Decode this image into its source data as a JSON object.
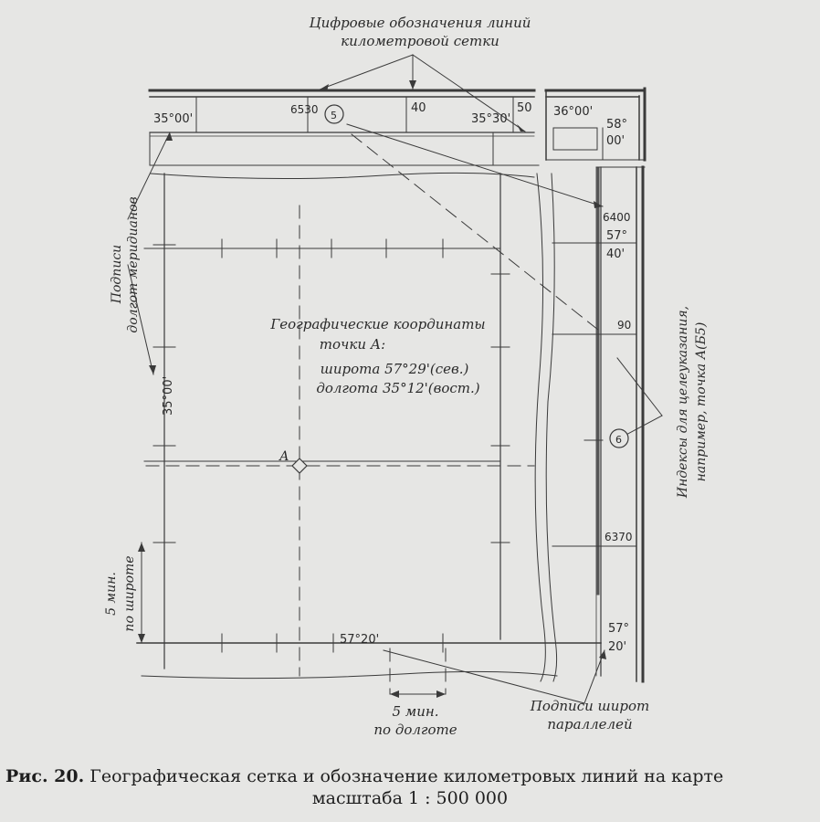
{
  "labels": {
    "km_lines_note_1": "Цифровые обозначения линий",
    "km_lines_note_2": "километровой сетки",
    "meridian_note_1": "Подписи",
    "meridian_note_2": "долгот меридианов",
    "coords_title_1": "Географические координаты",
    "coords_title_2": "точки А:",
    "coords_lat": "широта 57°29'(сев.)",
    "coords_lon": "долгота 35°12'(вост.)",
    "point_label": "А",
    "index_note_1": "Индексы для целеуказания,",
    "index_note_2": "например, точка А(Б5)",
    "lat_step_1": "5 мин.",
    "lat_step_2": "по широте",
    "lon_step_1": "5 мин.",
    "lon_step_2": "по долготе",
    "parallels_note_1": "Подписи широт",
    "parallels_note_2": "параллелей"
  },
  "frame": {
    "lon_left": "35°00'",
    "lon_mid": "35°30'",
    "lon_right": "36°00'",
    "km_top_1": "6530",
    "km_top_2": "40",
    "km_top_3": "50",
    "lat_top_1": "58°",
    "lat_top_2": "00'",
    "km_right_1": "6400",
    "lat_mid_1": "57°",
    "lat_mid_2": "40'",
    "km_right_2": "90",
    "km_right_3": "6370",
    "lat_bot_1": "57°",
    "lat_bot_2": "20'",
    "lon_side": "35°00'",
    "lat_bottom_mid": "57°20'",
    "index_top": "5",
    "index_right": "6"
  },
  "caption": {
    "prefix": "Рис. 20.",
    "text": "Географическая сетка и обозначение километровых линий на карте",
    "scale": "масштаба 1 : 500 000"
  }
}
